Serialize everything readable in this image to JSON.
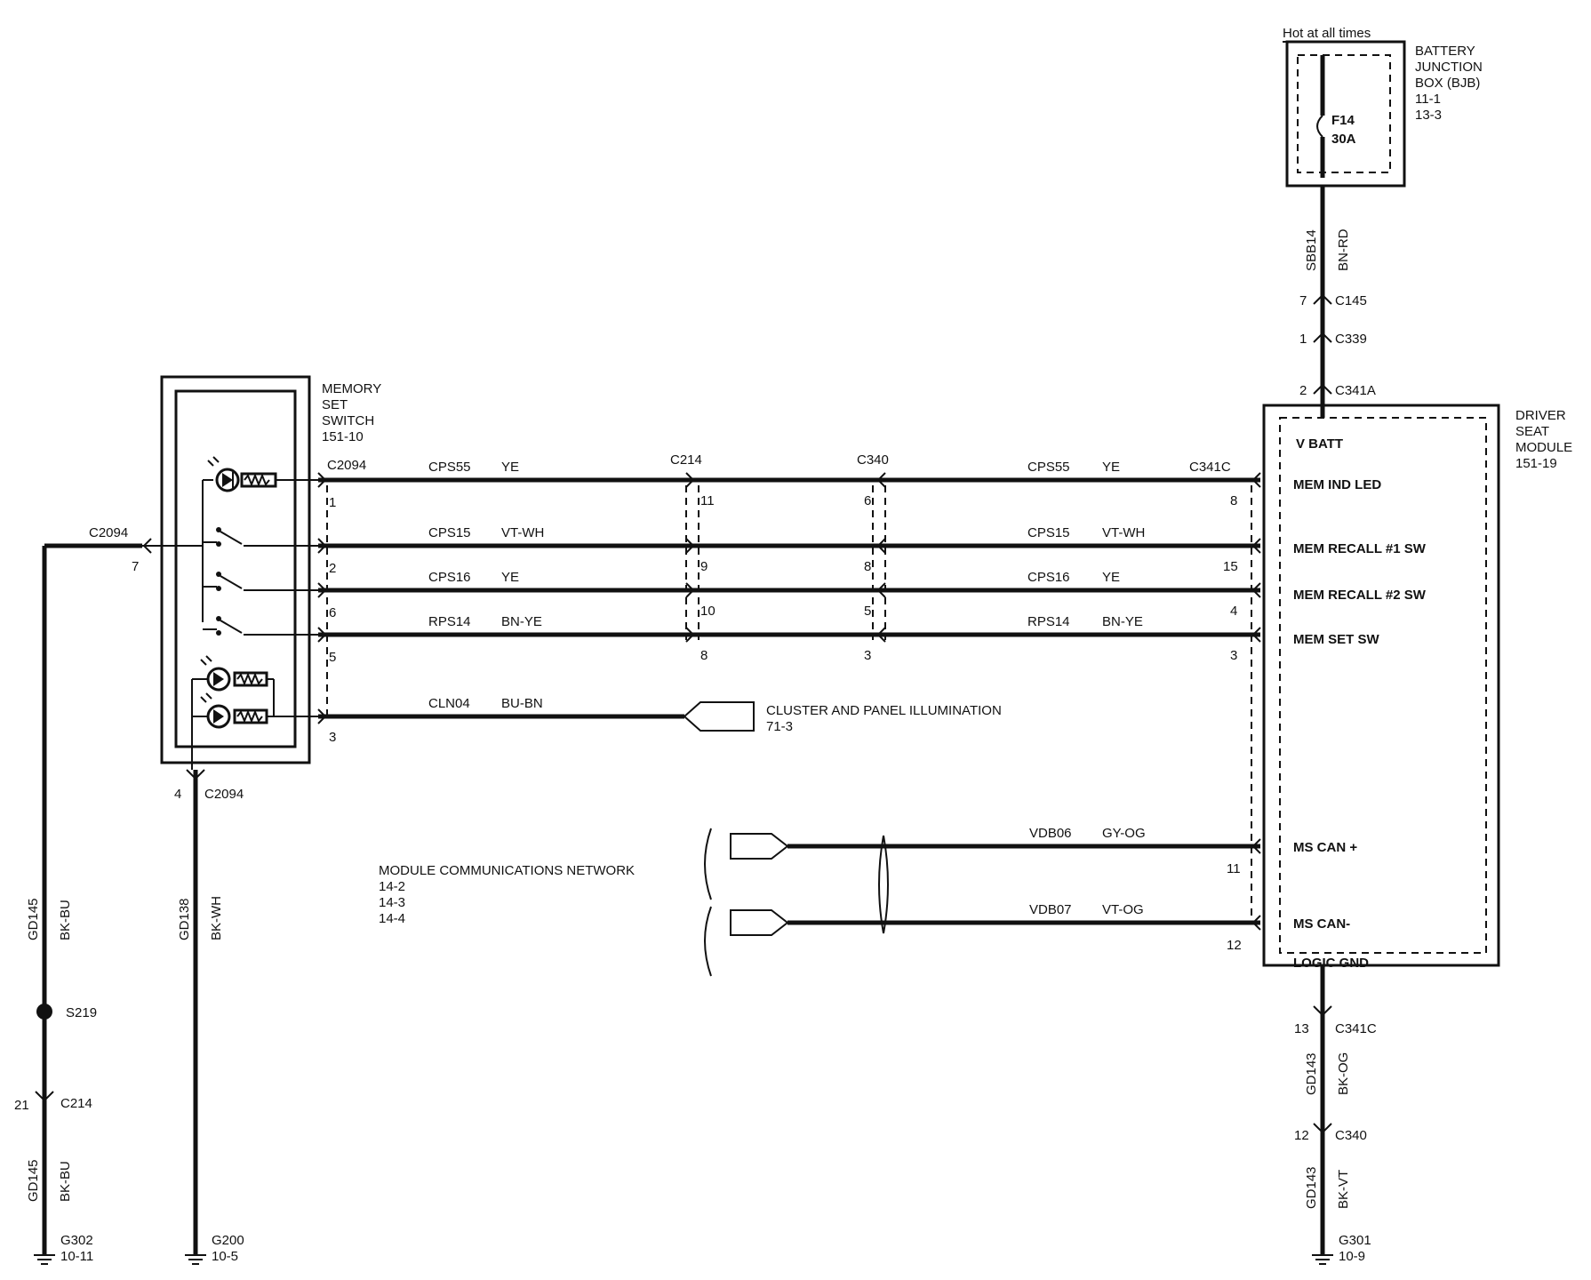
{
  "bjb": {
    "hot_label": "Hot at all times",
    "title_lines": [
      "BATTERY",
      "JUNCTION",
      "BOX (BJB)",
      "11-1",
      "13-3"
    ],
    "fuse_name": "F14",
    "fuse_rating": "30A"
  },
  "top_wire": {
    "circuit": "SBB14",
    "color": "BN-RD",
    "connectors": [
      {
        "pin": "7",
        "name": "C145"
      },
      {
        "pin": "1",
        "name": "C339"
      },
      {
        "pin": "2",
        "name": "C341A"
      }
    ]
  },
  "memory_switch": {
    "title_lines": [
      "MEMORY",
      "SET",
      "SWITCH",
      "151-10"
    ],
    "connector": "C2094"
  },
  "dsm": {
    "title_lines": [
      "DRIVER",
      "SEAT",
      "MODULE",
      "151-19"
    ],
    "pins": [
      "V BATT",
      "MEM IND LED",
      "MEM RECALL #1 SW",
      "MEM RECALL #2 SW",
      "MEM SET SW",
      "MS CAN +",
      "MS CAN-",
      "LOGIC GND"
    ]
  },
  "inline_connectors": {
    "c214": "C214",
    "c340": "C340",
    "c341c": "C341C"
  },
  "circuits": [
    {
      "left_circuit": "CPS55",
      "left_color": "YE",
      "right_circuit": "CPS55",
      "right_color": "YE",
      "pin_c2094": "1",
      "pin_c214": "11",
      "pin_c340": "6",
      "pin_c341c": "8"
    },
    {
      "left_circuit": "CPS15",
      "left_color": "VT-WH",
      "right_circuit": "CPS15",
      "right_color": "VT-WH",
      "pin_c2094": "2",
      "pin_c214": "9",
      "pin_c340": "8",
      "pin_c341c": "15"
    },
    {
      "left_circuit": "CPS16",
      "left_color": "YE",
      "right_circuit": "CPS16",
      "right_color": "YE",
      "pin_c2094": "6",
      "pin_c214": "10",
      "pin_c340": "5",
      "pin_c341c": "4"
    },
    {
      "left_circuit": "RPS14",
      "left_color": "BN-YE",
      "right_circuit": "RPS14",
      "right_color": "BN-YE",
      "pin_c2094": "5",
      "pin_c214": "8",
      "pin_c340": "3",
      "pin_c341c": "3"
    }
  ],
  "illum": {
    "circuit": "CLN04",
    "color": "BU-BN",
    "pin": "3",
    "dest_title": "CLUSTER AND PANEL ILLUMINATION",
    "dest_ref": "71-3"
  },
  "network": {
    "title": "MODULE COMMUNICATIONS NETWORK",
    "refs": [
      "14-2",
      "14-3",
      "14-4"
    ],
    "can_plus": {
      "circuit": "VDB06",
      "color": "GY-OG",
      "pin": "11"
    },
    "can_minus": {
      "circuit": "VDB07",
      "color": "VT-OG",
      "pin": "12"
    }
  },
  "left_ground": {
    "connector": "C2094",
    "pin": "7",
    "circuit_upper": "GD145",
    "color_upper": "BK-BU",
    "splice": "S219",
    "inline_pin": "21",
    "inline_connector": "C214",
    "circuit_lower": "GD145",
    "color_lower": "BK-BU",
    "ground": "G302",
    "ground_ref": "10-11"
  },
  "mid_ground": {
    "pin": "4",
    "connector": "C2094",
    "circuit": "GD138",
    "color": "BK-WH",
    "ground": "G200",
    "ground_ref": "10-5"
  },
  "right_ground": {
    "pin_upper": "13",
    "connector_upper": "C341C",
    "circuit_upper": "GD143",
    "color_upper": "BK-OG",
    "pin_lower": "12",
    "connector_lower": "C340",
    "circuit_lower": "GD143",
    "color_lower": "BK-VT",
    "ground": "G301",
    "ground_ref": "10-9"
  }
}
